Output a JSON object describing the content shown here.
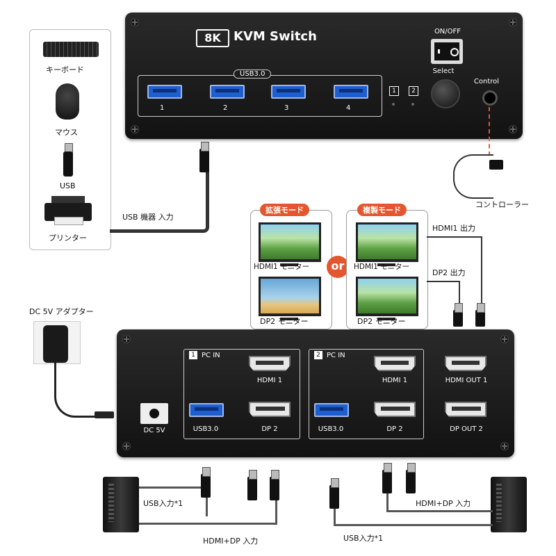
{
  "top_device": {
    "badge": "8K",
    "title": "KVM Switch",
    "usb_group_label": "USB3.0",
    "ports": [
      "1",
      "2",
      "3",
      "4"
    ],
    "pc_indicators": [
      "1",
      "2"
    ],
    "power_label": "ON/OFF",
    "select_label": "Select",
    "control_label": "Control"
  },
  "peripherals": {
    "keyboard": "キーボード",
    "mouse": "マウス",
    "usb": "USB",
    "printer": "プリンター",
    "connection": "USB 機器 入力"
  },
  "controller_label": "コントローラー",
  "modes": {
    "extend_tag": "拡張モード",
    "mirror_tag": "複製モード",
    "or": "or",
    "hdmi_monitor": "HDMI1 モニター",
    "dp_monitor": "DP2 モニター",
    "hdmi_out": "HDMI1 出力",
    "dp_out": "DP2 出力"
  },
  "power": {
    "adapter": "DC 5V アダプター",
    "dc_label": "DC 5V"
  },
  "back_panel": {
    "pc1_label": "PC IN",
    "pc1_num": "1",
    "pc2_label": "PC IN",
    "pc2_num": "2",
    "hdmi": "HDMI 1",
    "dp": "DP 2",
    "usb": "USB3.0",
    "hdmi_out": "HDMI OUT 1",
    "dp_out": "DP OUT 2"
  },
  "bottom": {
    "left_usb": "USB入力*1",
    "left_av": "HDMI+DP 入力",
    "right_usb": "USB入力*1",
    "right_av": "HDMI+DP 入力"
  },
  "colors": {
    "accent": "#e4572e",
    "usb_blue": "#1d5fd1",
    "device": "#1a1a1a"
  }
}
